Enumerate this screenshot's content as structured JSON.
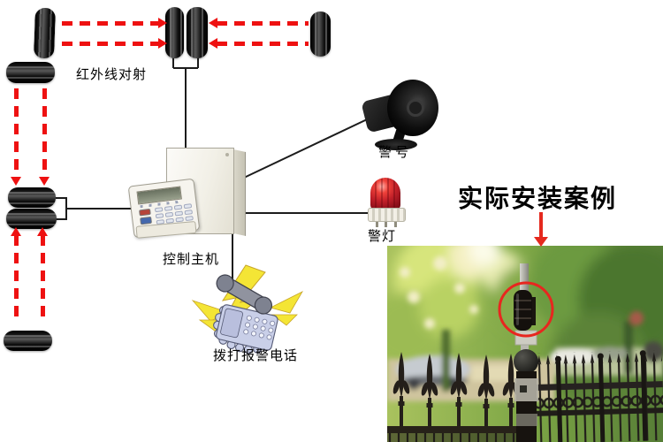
{
  "diagram": {
    "labels": {
      "infrared": "红外线对射",
      "siren": "警号",
      "alarm_light": "警灯",
      "control_host": "控制主机",
      "phone": "拨打报警电话"
    },
    "title": "实际安装案例",
    "colors": {
      "beam_red": "#ee1111",
      "wire_black": "#1c1c1c",
      "annotation_arrow_red": "#e5291e",
      "alarm_dome_red": "#c01f28",
      "lightning_yellow": "#f4e535",
      "photo_circle_red": "#e8261f"
    }
  }
}
